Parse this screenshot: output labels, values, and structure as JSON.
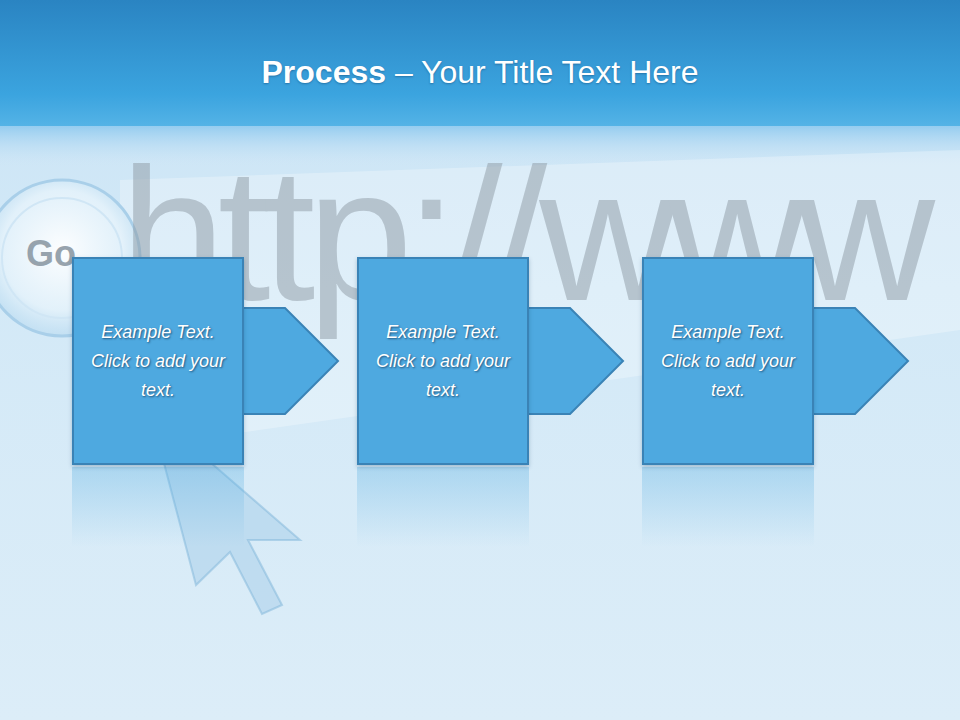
{
  "diagram": {
    "title": "Process – Your Title Text Here",
    "nodes": [
      {
        "text": [
          "Example Text. Click to add your text."
        ]
      },
      {
        "text": [
          "Example Text. Click to add your text."
        ]
      },
      {
        "text": [
          "Example Text. Click to add your text."
        ]
      }
    ],
    "edges": [
      {
        "from": 0,
        "to": 1,
        "arrow": "to"
      },
      {
        "from": 1,
        "to": 2,
        "arrow": "to"
      }
    ],
    "labels": [
      "http://www",
      "Go"
    ]
  }
}
